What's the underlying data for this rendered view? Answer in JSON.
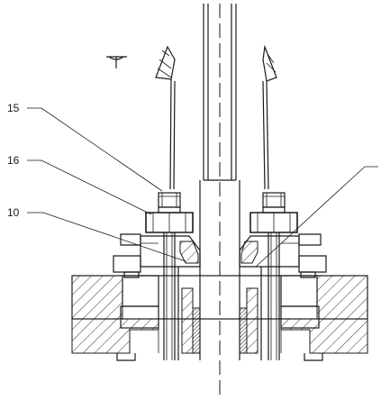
{
  "drawing": {
    "callouts": [
      {
        "id": "15",
        "label": "15"
      },
      {
        "id": "16",
        "label": "16"
      },
      {
        "id": "10",
        "label": "10"
      }
    ],
    "colors": {
      "line": "#1a1a1a",
      "background": "#ffffff"
    }
  }
}
